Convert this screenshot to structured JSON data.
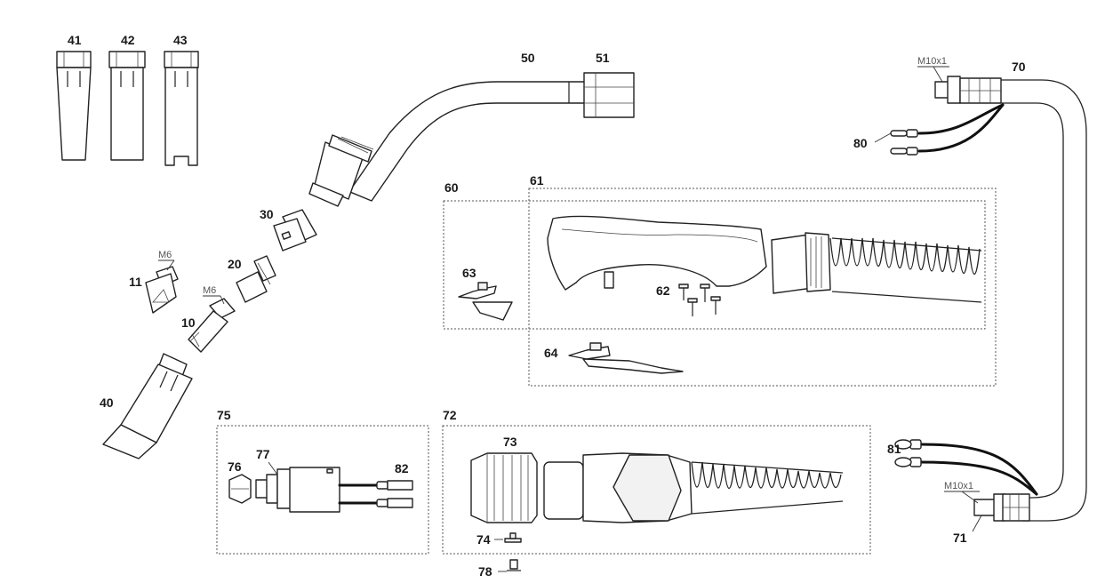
{
  "labels": {
    "l41": "41",
    "l42": "42",
    "l43": "43",
    "l50": "50",
    "l51": "51",
    "l70": "70",
    "l71": "71",
    "l80": "80",
    "l81": "81",
    "l82": "82",
    "l60": "60",
    "l61": "61",
    "l62": "62",
    "l63": "63",
    "l64": "64",
    "l30": "30",
    "l20": "20",
    "l11": "11",
    "l10": "10",
    "l40": "40",
    "l75": "75",
    "l76": "76",
    "l77": "77",
    "l72": "72",
    "l73": "73",
    "l74": "74",
    "l78": "78"
  },
  "threads": {
    "t_m6_a": "M6",
    "t_m6_b": "M6",
    "t_m10_a": "M10x1",
    "t_m10_b": "M10x1"
  },
  "colors": {
    "line": "#222222",
    "dashed_box": "#555555",
    "cable": "#111111",
    "background": "#ffffff"
  }
}
